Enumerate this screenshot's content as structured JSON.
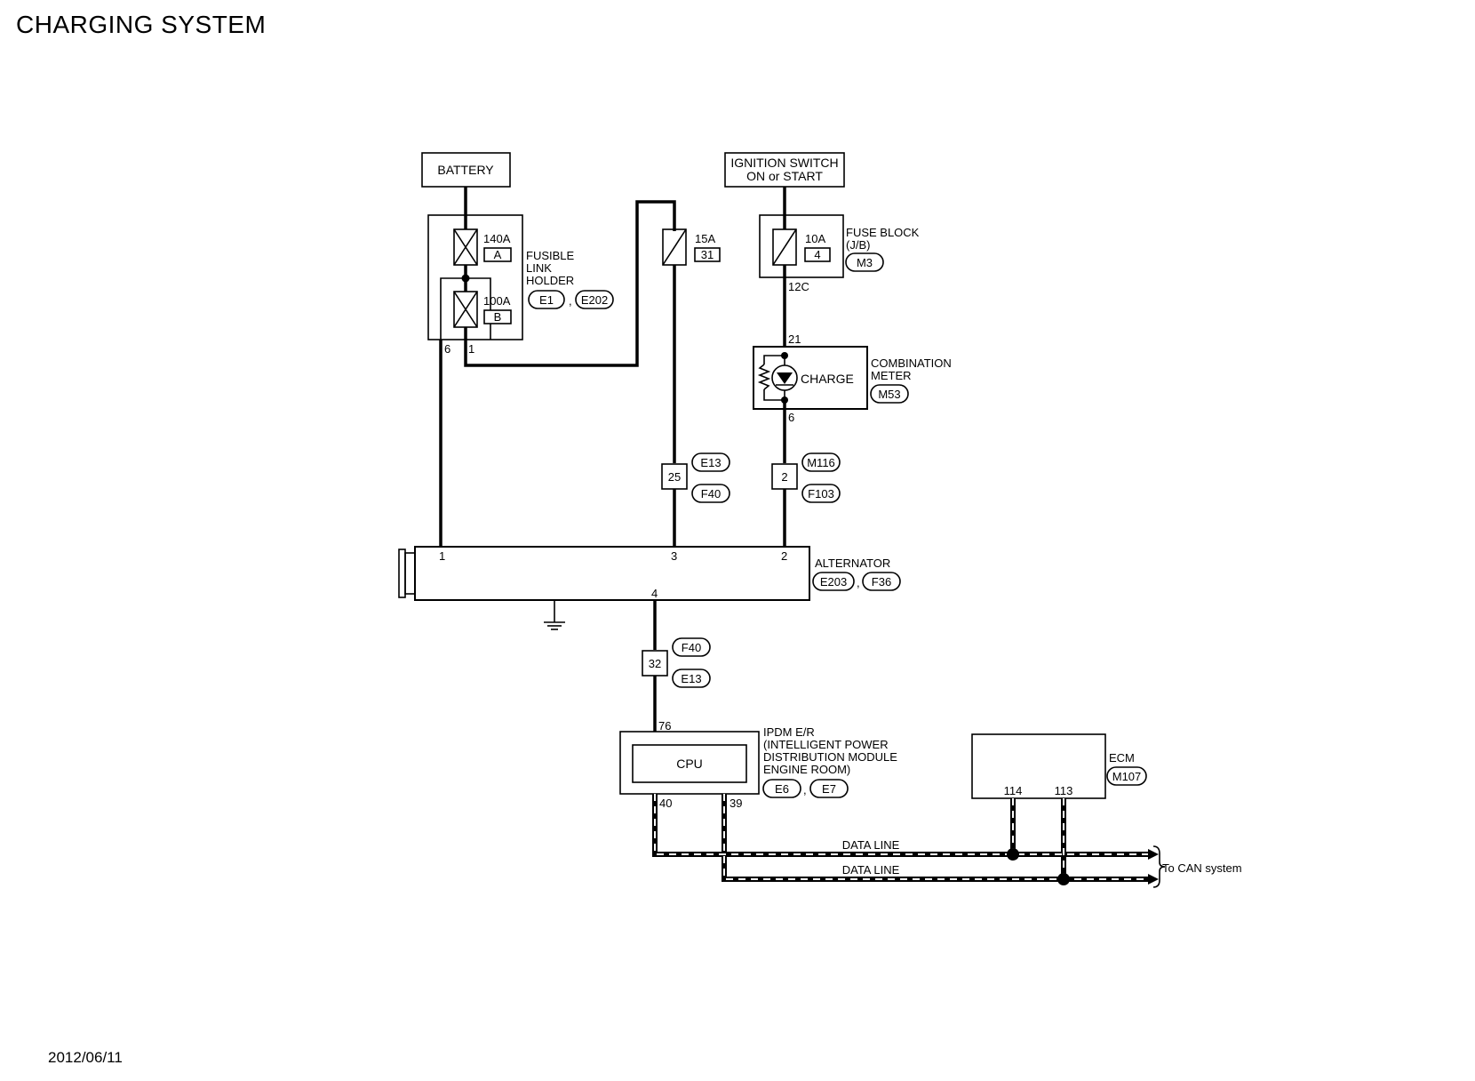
{
  "title": "CHARGING SYSTEM",
  "date": "2012/06/11",
  "sources": {
    "battery": "BATTERY",
    "ignition_line1": "IGNITION SWITCH",
    "ignition_line2": "ON or START"
  },
  "fusible_link": {
    "label_lines": [
      "FUSIBLE",
      "LINK",
      "HOLDER"
    ],
    "fuse_a_rating": "140A",
    "fuse_a_id": "A",
    "fuse_b_rating": "100A",
    "fuse_b_id": "B",
    "connectors": [
      "E1",
      "E202"
    ],
    "pin_left": "6",
    "pin_right": "1"
  },
  "fuse_15a": {
    "rating": "15A",
    "id": "31"
  },
  "fuse_block": {
    "label_lines": [
      "FUSE BLOCK",
      "(J/B)"
    ],
    "rating": "10A",
    "id": "4",
    "connector": "M3",
    "pin": "12C"
  },
  "combination_meter": {
    "label_lines": [
      "COMBINATION",
      "METER"
    ],
    "lamp": "CHARGE",
    "connector": "M53",
    "pin_top": "21",
    "pin_bottom": "6"
  },
  "junctions": {
    "j25": {
      "pin": "25",
      "top": "E13",
      "bottom": "F40"
    },
    "j2": {
      "pin": "2",
      "top": "M116",
      "bottom": "F103"
    },
    "j32": {
      "pin": "32",
      "top": "F40",
      "bottom": "E13"
    }
  },
  "alternator": {
    "label": "ALTERNATOR",
    "connectors": [
      "E203",
      "F36"
    ],
    "pins": [
      "1",
      "3",
      "2",
      "4"
    ]
  },
  "ipdm": {
    "label_lines": [
      "IPDM E/R",
      "(INTELLIGENT POWER",
      " DISTRIBUTION MODULE",
      " ENGINE ROOM)"
    ],
    "cpu": "CPU",
    "connectors": [
      "E6",
      "E7"
    ],
    "pin_top": "76",
    "pin_left": "40",
    "pin_right": "39"
  },
  "ecm": {
    "label": "ECM",
    "connector": "M107",
    "pin_left": "114",
    "pin_right": "113"
  },
  "data_lines": {
    "line1": "DATA LINE",
    "line2": "DATA LINE",
    "destination": "To CAN system"
  },
  "colors": {
    "wire": "#000000",
    "background": "#ffffff"
  }
}
